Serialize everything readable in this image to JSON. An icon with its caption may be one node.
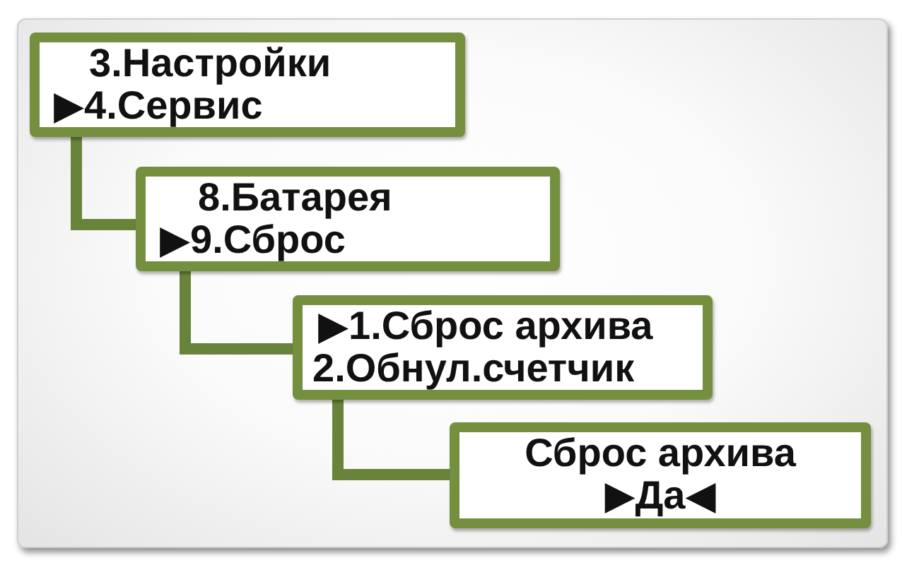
{
  "diagram": {
    "nodes": [
      {
        "text": [
          "3.Настройки",
          "▶4.Сервис"
        ]
      },
      {
        "text": [
          "8.Батарея",
          "▶9.Сброс"
        ]
      },
      {
        "text": [
          "▶1.Сброс архива",
          "2.Обнул.счетчик"
        ]
      },
      {
        "text": [
          "Сброс архива",
          "▶Да◀"
        ]
      }
    ],
    "edges": [
      {
        "from": 0,
        "to": 1,
        "arrow": "none"
      },
      {
        "from": 1,
        "to": 2,
        "arrow": "none"
      },
      {
        "from": 2,
        "to": 3,
        "arrow": "none"
      }
    ]
  }
}
